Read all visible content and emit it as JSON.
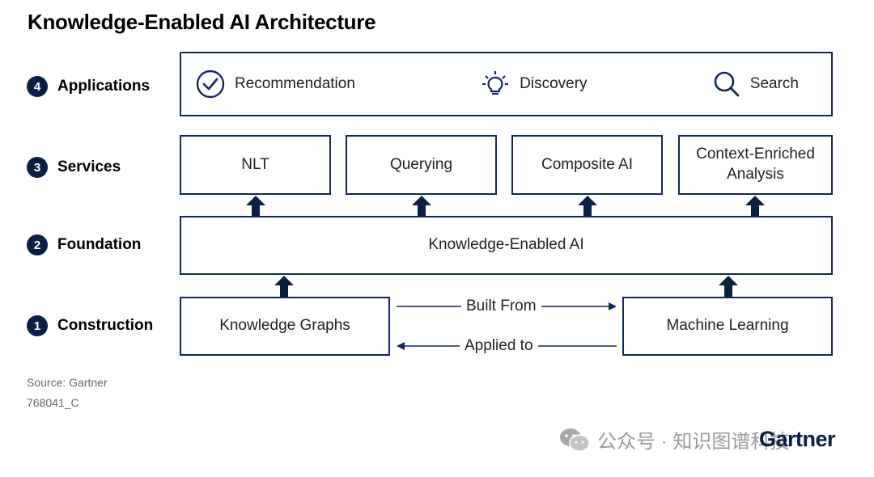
{
  "title": "Knowledge-Enabled AI Architecture",
  "layers": {
    "applications": {
      "number": "4",
      "label": "Applications"
    },
    "services": {
      "number": "3",
      "label": "Services"
    },
    "foundation": {
      "number": "2",
      "label": "Foundation"
    },
    "construction": {
      "number": "1",
      "label": "Construction"
    }
  },
  "applications": [
    {
      "label": "Recommendation",
      "icon": "check-circle-icon"
    },
    {
      "label": "Discovery",
      "icon": "lightbulb-icon"
    },
    {
      "label": "Search",
      "icon": "search-icon"
    }
  ],
  "services": [
    "NLT",
    "Querying",
    "Composite AI",
    "Context-Enriched Analysis"
  ],
  "foundation": "Knowledge-Enabled AI",
  "construction": {
    "left": "Knowledge Graphs",
    "right": "Machine Learning",
    "built_from": "Built From",
    "applied_to": "Applied to"
  },
  "source": "Source: Gartner",
  "code": "768041_C",
  "watermark": "公众号 · 知识图谱科技",
  "brand": "Gartner",
  "colors": {
    "navy": "#12295a",
    "badge": "#0b1e44"
  }
}
